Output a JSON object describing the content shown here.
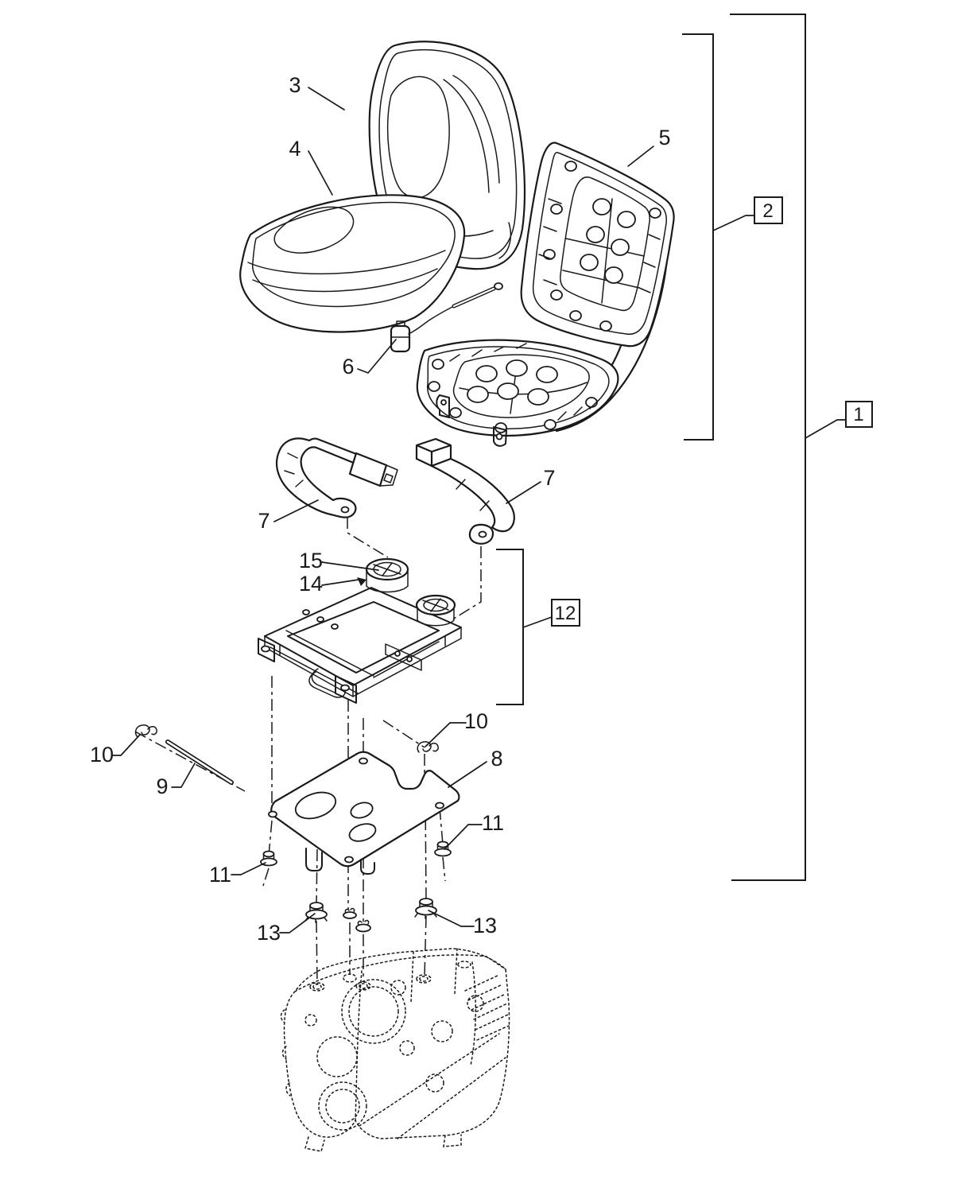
{
  "diagram": {
    "type": "exploded-parts-diagram",
    "subject": "seat-assembly",
    "colors": {
      "background": "#ffffff",
      "line": "#1a1a1a"
    },
    "callouts": {
      "n1": "1",
      "n2": "2",
      "n3": "3",
      "n4": "4",
      "n5": "5",
      "n6": "6",
      "n7": "7",
      "n8": "8",
      "n9": "9",
      "n10": "10",
      "n11": "11",
      "n12": "12",
      "n13": "13",
      "n14": "14",
      "n15": "15"
    }
  }
}
